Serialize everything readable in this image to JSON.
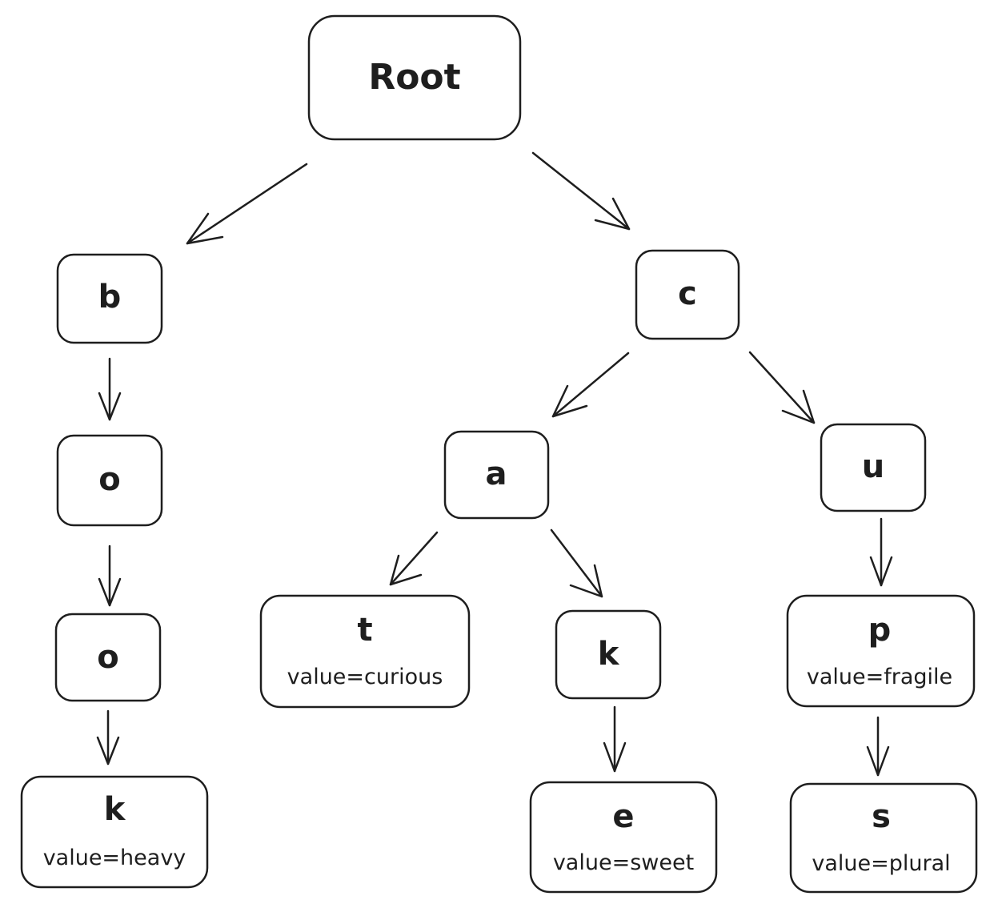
{
  "nodes": {
    "root": {
      "label": "Root"
    },
    "b": {
      "label": "b"
    },
    "o1": {
      "label": "o"
    },
    "o2": {
      "label": "o"
    },
    "k1": {
      "label": "k",
      "value": "value=heavy"
    },
    "c": {
      "label": "c"
    },
    "a": {
      "label": "a"
    },
    "u": {
      "label": "u"
    },
    "t": {
      "label": "t",
      "value": "value=curious"
    },
    "k2": {
      "label": "k"
    },
    "e": {
      "label": "e",
      "value": "value=sweet"
    },
    "p": {
      "label": "p",
      "value": "value=fragile"
    },
    "s": {
      "label": "s",
      "value": "value=plural"
    }
  },
  "edges": [
    {
      "from": "root",
      "to": "b"
    },
    {
      "from": "root",
      "to": "c"
    },
    {
      "from": "b",
      "to": "o1"
    },
    {
      "from": "o1",
      "to": "o2"
    },
    {
      "from": "o2",
      "to": "k1"
    },
    {
      "from": "c",
      "to": "a"
    },
    {
      "from": "c",
      "to": "u"
    },
    {
      "from": "a",
      "to": "t"
    },
    {
      "from": "a",
      "to": "k2"
    },
    {
      "from": "k2",
      "to": "e"
    },
    {
      "from": "u",
      "to": "p"
    },
    {
      "from": "p",
      "to": "s"
    }
  ]
}
